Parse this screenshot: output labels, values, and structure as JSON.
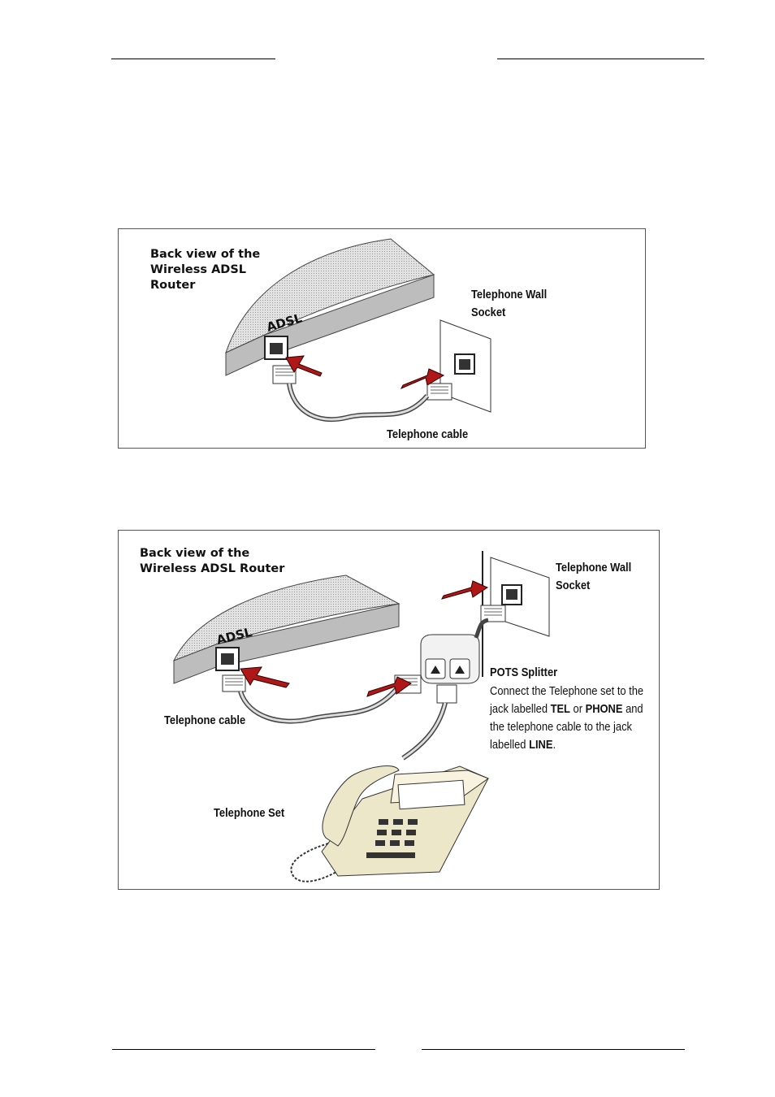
{
  "figure1": {
    "router_label": "Back view of the\nWireless ADSL\nRouter",
    "port_label": "ADSL",
    "socket_label": "Telephone Wall\nSocket",
    "cable_label": "Telephone cable"
  },
  "figure2": {
    "router_label": "Back view of the\nWireless ADSL Router",
    "port_label": "ADSL",
    "socket_label": "Telephone Wall\nSocket",
    "splitter_title": "POTS Splitter",
    "splitter_note": {
      "t1": "Connect the Telephone set to the jack labelled ",
      "tel": "TEL",
      "t2": " or ",
      "phone": "PHONE",
      "t3": " and the telephone cable to the jack labelled ",
      "line": "LINE",
      "t4": "."
    },
    "cable_label": "Telephone cable",
    "phone_label": "Telephone Set"
  },
  "colors": {
    "arrow": "#b01818",
    "router_fill": "#cfcfcf",
    "border": "#555555"
  }
}
